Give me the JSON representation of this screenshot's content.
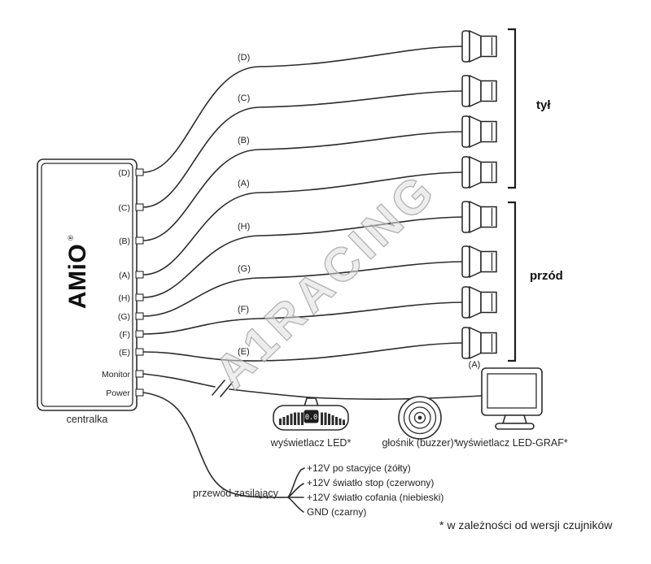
{
  "watermark": "A1RACING",
  "control_unit": {
    "logo": "AMiO",
    "reg": "®",
    "caption": "centralka",
    "ports": [
      "(D)",
      "(C)",
      "(B)",
      "(A)",
      "(H)",
      "(G)",
      "(F)",
      "(E)",
      "Monitor",
      "Power"
    ]
  },
  "wires": {
    "labels": [
      "(D)",
      "(C)",
      "(B)",
      "(A)",
      "(H)",
      "(G)",
      "(F)",
      "(E)"
    ]
  },
  "sensors": {
    "rear_group_label": "tył",
    "front_group_label": "przód",
    "bottom_sensor_label": "(A)"
  },
  "peripherals": {
    "led_display": {
      "label": "wyświetlacz LED*",
      "value": "0.0"
    },
    "buzzer": {
      "label": "głośnik (buzzer)*"
    },
    "led_graf": {
      "label": "wyświetlacz LED-GRAF*"
    }
  },
  "power": {
    "cable_label": "przewód zasilający",
    "wires": [
      "+12V po stacyjce (żółty)",
      "+12V światło stop (czerwony)",
      "+12V światło cofania (niebieski)",
      "GND (czarny)"
    ]
  },
  "footnote": "* w zależności od wersji czujników"
}
